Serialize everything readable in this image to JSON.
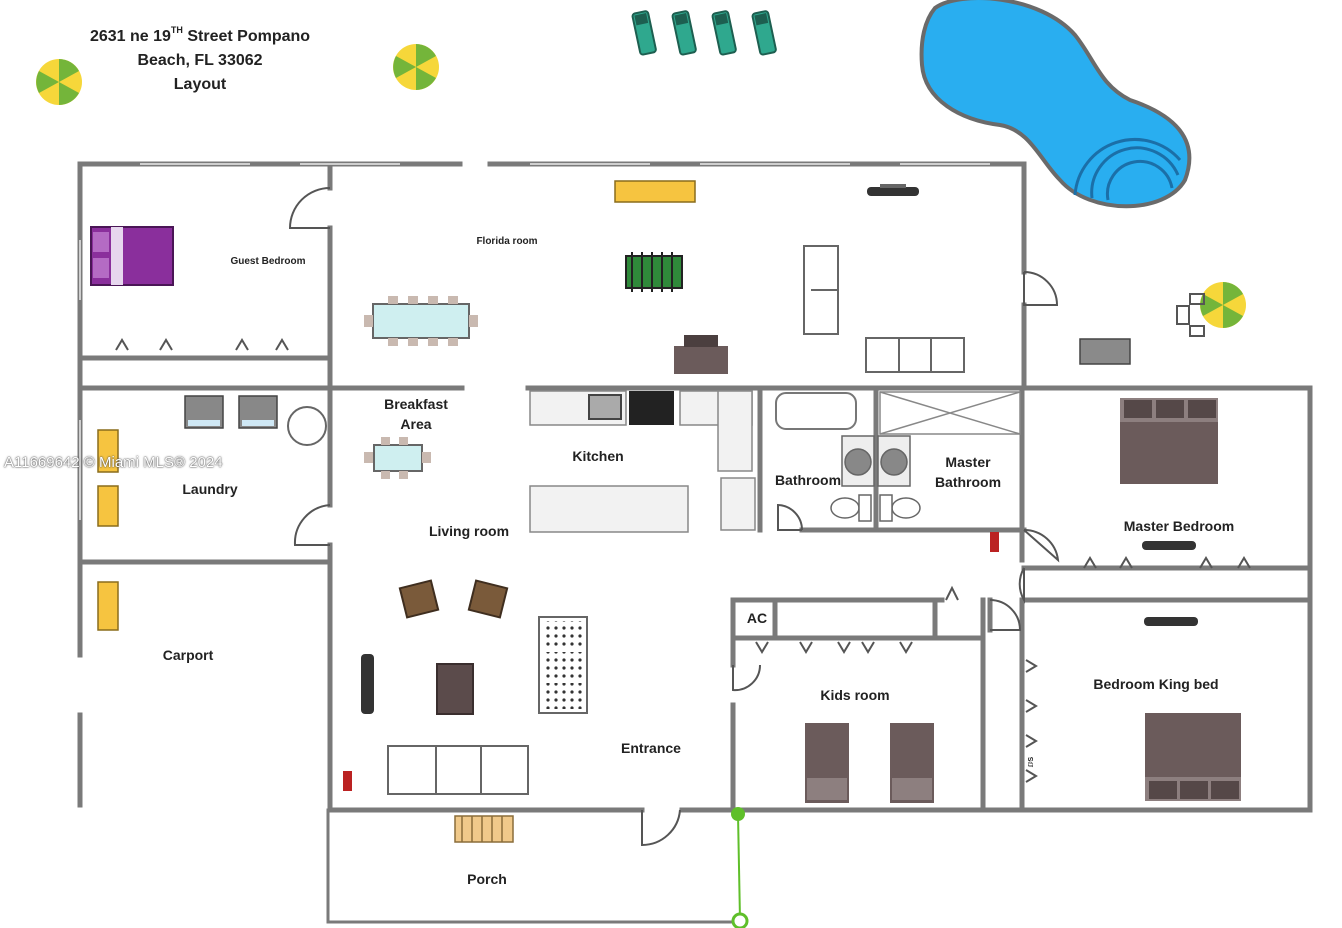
{
  "title": {
    "line1_main": "2631 ne 19",
    "line1_sup": "TH",
    "line1_rest": " Street Pompano",
    "line2": "Beach, FL 33062",
    "line3": "Layout"
  },
  "rooms": {
    "guest_bedroom": "Guest Bedroom",
    "florida_room": "Florida room",
    "breakfast_line1": "Breakfast",
    "breakfast_line2": "Area",
    "kitchen": "Kitchen",
    "bathroom": "Bathroom",
    "master_bath_line1": "Master",
    "master_bath_line2": "Bathroom",
    "laundry": "Laundry",
    "living_room": "Living room",
    "master_bedroom": "Master Bedroom",
    "ac": "AC",
    "carport": "Carport",
    "kids_room": "Kids room",
    "bedroom_king": "Bedroom King bed",
    "entrance": "Entrance",
    "porch": "Porch",
    "closet_small": "ⅅS"
  },
  "watermark": "A11669642 © Miami MLS® 2024",
  "colors": {
    "wall": "#7a7a7a",
    "pool": "#29aef0",
    "bed_purple": "#8a2f9c",
    "furniture": "#6b5b5b",
    "yellow": "#f6c440",
    "green_marker": "#5fbf2a"
  }
}
